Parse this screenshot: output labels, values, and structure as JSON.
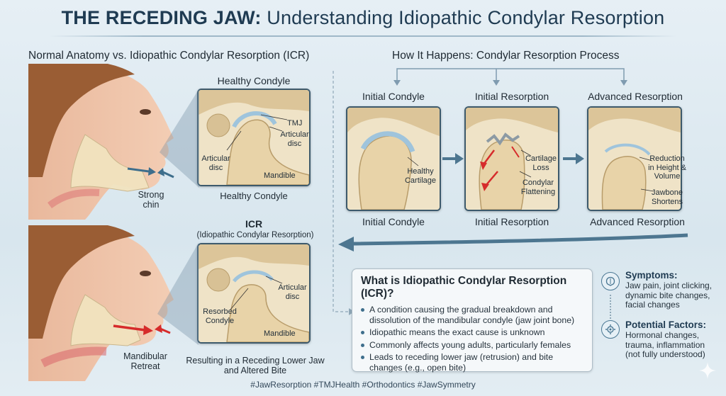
{
  "title": {
    "bold": "THE RECEDING JAW:",
    "rest": "Understanding Idiopathic Condylar Resorption"
  },
  "left": {
    "heading": "Normal Anatomy vs. Idiopathic Condylar Resorption (ICR)",
    "healthy": {
      "panel_title": "Healthy Condyle",
      "label_tmj": "TMJ",
      "label_articular_disc_right": "Articular disc",
      "label_articular_disc_left": "Articular disc",
      "label_mandible": "Mandible",
      "caption": "Healthy Condyle",
      "face_label": "Strong chin"
    },
    "icr": {
      "panel_title": "ICR",
      "panel_subtitle": "(Idiopathic Condylar Resorption)",
      "label_articular_disc": "Articular disc",
      "label_resorbed": "Resorbed Condyle",
      "label_mandible": "Mandible",
      "caption": "Resulting in a Receding Lower Jaw and Altered Bite",
      "face_label": "Mandibular Retreat"
    }
  },
  "process": {
    "heading": "How It Happens: Condylar Resorption Process",
    "stages": [
      {
        "title": "Initial Condyle",
        "caption": "Initial Condyle",
        "note": "Healthy Cartilage"
      },
      {
        "title": "Initial Resorption",
        "caption": "Initial Resorption",
        "note_a": "Cartilage Loss",
        "note_b": "Condylar Flattening"
      },
      {
        "title": "Advanced Resorption",
        "caption": "Advanced Resorption",
        "note_a": "Reduction in Height & Volume",
        "note_b": "Jawbone Shortens"
      }
    ]
  },
  "info": {
    "heading": "What is Idiopathic Condylar Resorption (ICR)?",
    "bullets": [
      "A condition causing the gradual breakdown and dissolution of the mandibular condyle (jaw joint bone)",
      "Idiopathic means the exact cause is unknown",
      "Commonly affects young adults, particularly females",
      "Leads to receding lower jaw (retrusion) and bite changes (e.g., open bite)"
    ]
  },
  "side": {
    "symptoms_title": "Symptoms:",
    "symptoms_text": "Jaw pain, joint clicking, dynamic bite changes, facial changes",
    "factors_title": "Potential Factors:",
    "factors_text": "Hormonal changes, trauma, inflammation (not fully understood)"
  },
  "hashtags": "#JawResorption #TMJHealth #Orthodontics #JawSymmetry",
  "colors": {
    "accent_blue": "#3e6e8c",
    "arrow_red": "#d62b2b",
    "bone": "#e8d3a8",
    "cartilage": "#9fc4dc"
  }
}
